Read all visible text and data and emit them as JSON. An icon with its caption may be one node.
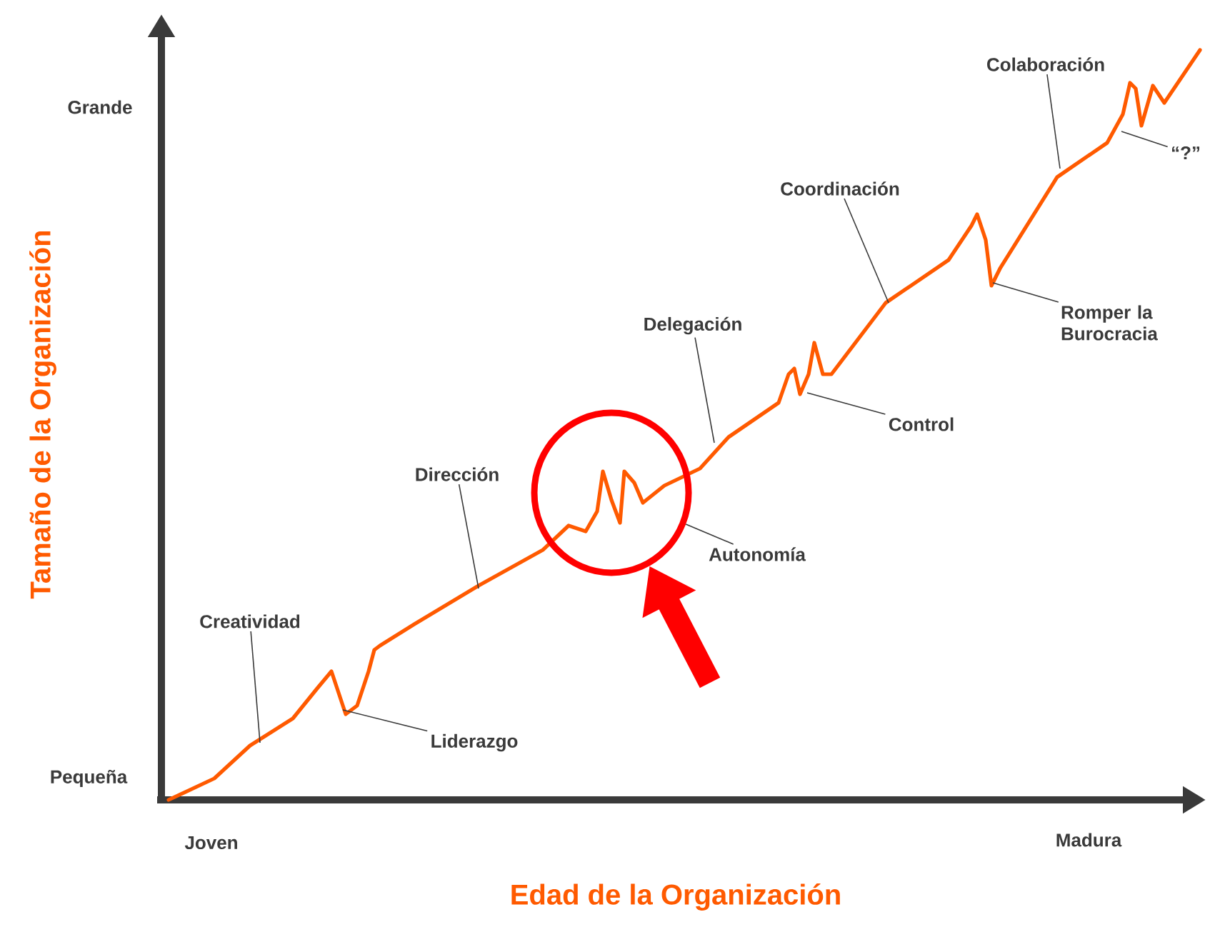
{
  "diagram": {
    "nodes": [
      {
        "text": [
          "Creatividad"
        ]
      },
      {
        "text": [
          "Liderazgo"
        ]
      },
      {
        "text": [
          "Dirección"
        ]
      },
      {
        "text": [
          "Autonomía"
        ]
      },
      {
        "text": [
          "Delegación"
        ]
      },
      {
        "text": [
          "Control"
        ]
      },
      {
        "text": [
          "Coordinación"
        ]
      },
      {
        "text": [
          "Romper la Burocracia"
        ]
      },
      {
        "text": [
          "Colaboración"
        ]
      },
      {
        "text": [
          "“?”"
        ]
      },
      {
        "text": [],
        "shape": "circle"
      }
    ],
    "edges": [
      {
        "from": 0,
        "to": null,
        "arrow": "none"
      },
      {
        "from": 1,
        "to": null,
        "arrow": "none"
      },
      {
        "from": 2,
        "to": null,
        "arrow": "none"
      },
      {
        "from": 3,
        "to": 10,
        "arrow": "none"
      },
      {
        "from": 4,
        "to": null,
        "arrow": "none"
      },
      {
        "from": 5,
        "to": null,
        "arrow": "none"
      },
      {
        "from": 6,
        "to": null,
        "arrow": "none"
      },
      {
        "from": 7,
        "to": null,
        "arrow": "none"
      },
      {
        "from": 8,
        "to": null,
        "arrow": "none"
      },
      {
        "from": 9,
        "to": null,
        "arrow": "none"
      },
      {
        "from": null,
        "to": 10,
        "arrow": "to",
        "style": "thick",
        "color": "#ff0000"
      }
    ],
    "labels": [
      "Grande",
      "Tamaño de la Organización",
      "Pequeña",
      "Joven",
      "Madura",
      "Edad de la Organización"
    ]
  }
}
